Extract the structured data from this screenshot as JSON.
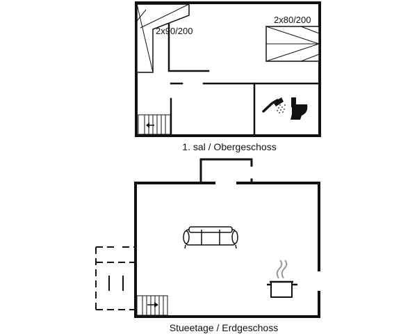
{
  "upper_floor": {
    "caption": "1. sal / Obergeschoss",
    "bed_left_label": "2x90/200",
    "bed_right_label": "2x80/200"
  },
  "ground_floor": {
    "caption": "Stueetage / Erdgeschoss"
  },
  "icons": {
    "bed": "bed-icon",
    "shower": "shower-icon",
    "toilet": "toilet-icon",
    "stairs": "stairs-icon",
    "sofa": "sofa-icon",
    "cooking_pot": "cooking-pot-icon"
  },
  "colors": {
    "wall": "#111111",
    "background": "#ffffff"
  }
}
